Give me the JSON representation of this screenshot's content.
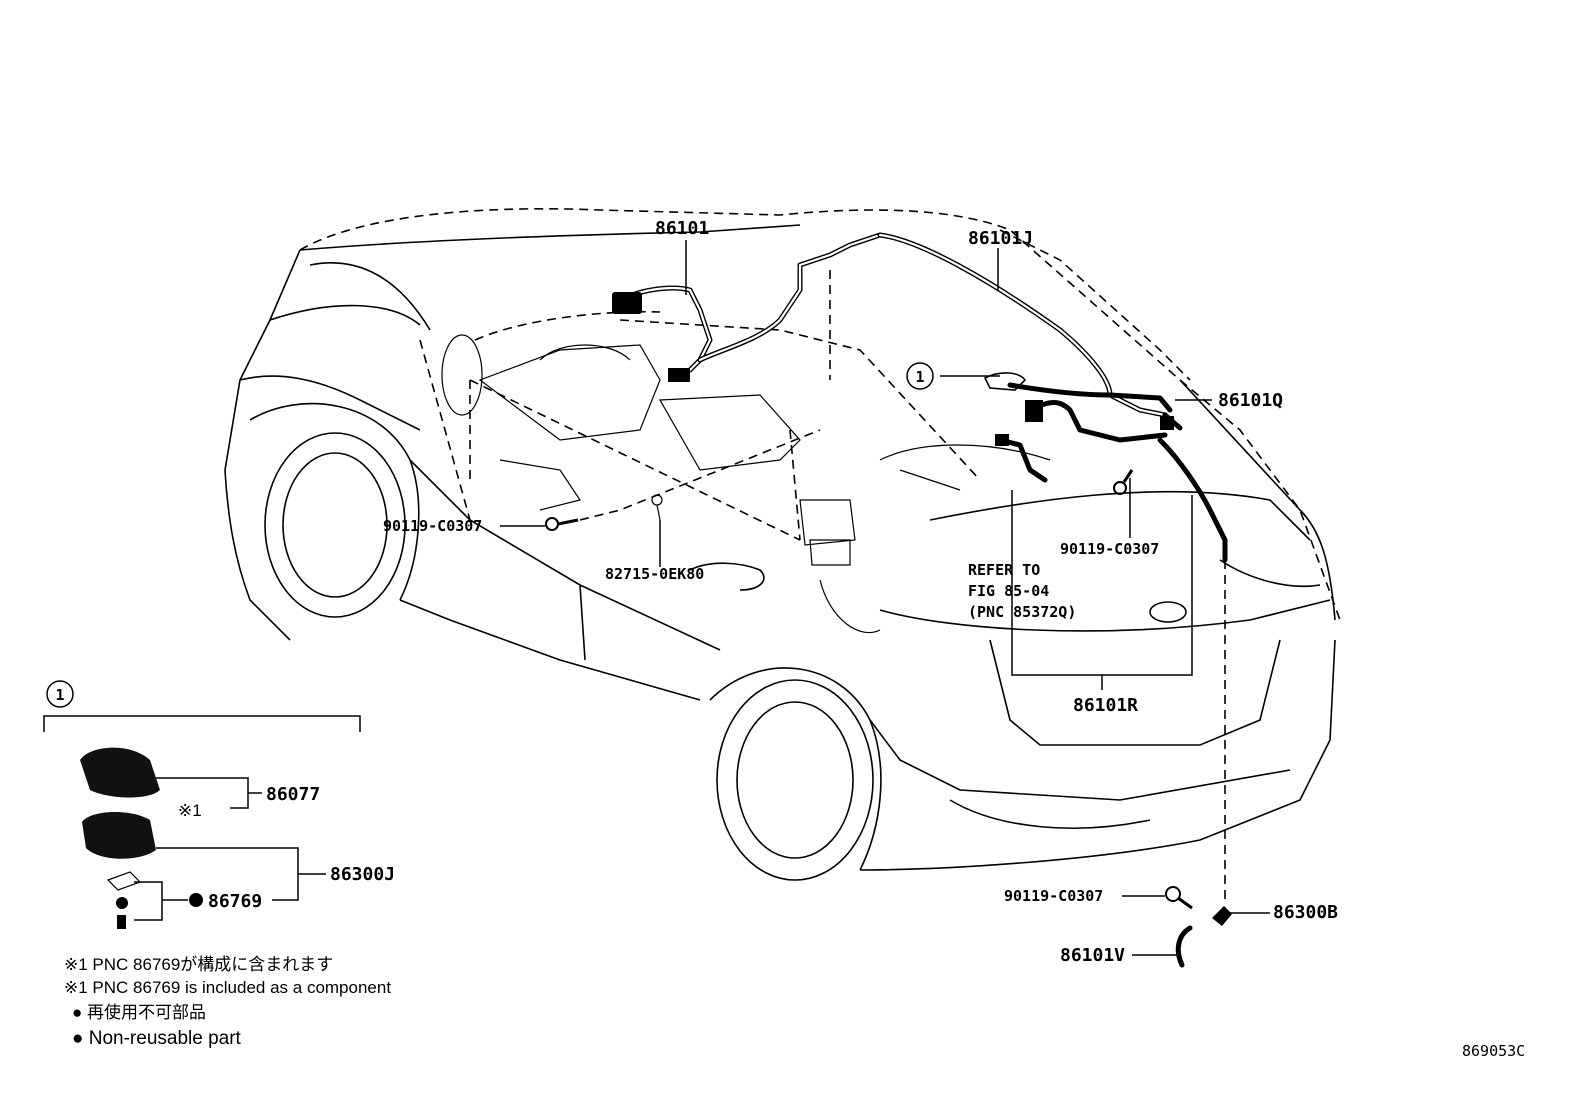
{
  "diagram": {
    "parts": {
      "p86101": "86101",
      "p86101J": "86101J",
      "p86101Q": "86101Q",
      "p86101R": "86101R",
      "p86101V": "86101V",
      "p86300B": "86300B",
      "p86300J": "86300J",
      "p86077": "86077",
      "p86769": "86769",
      "bolt_left": "90119-C0307",
      "bolt_mid": "90119-C0307",
      "bolt_low": "90119-C0307",
      "clip": "82715-0EK80"
    },
    "refer": {
      "line1": "REFER TO",
      "line2": "FIG 85-04",
      "line3": "(PNC 85372Q)"
    },
    "callout_number": "1",
    "inset_number": "1",
    "note_mark": "※1",
    "notes": {
      "jp1": "※1 PNC 86769が構成に含まれます",
      "en1": "※1 PNC 86769 is included as a component",
      "jp2": "● 再使用不可部品",
      "en2": "● Non-reusable part"
    },
    "figure_code": "869053C"
  }
}
